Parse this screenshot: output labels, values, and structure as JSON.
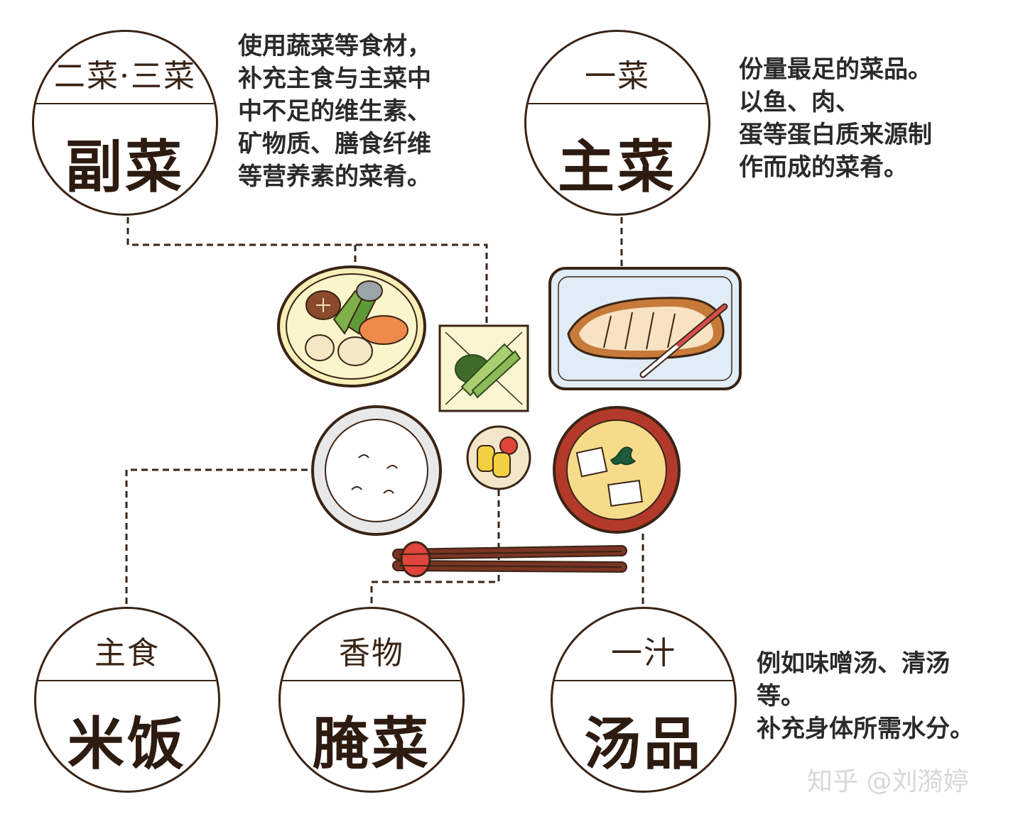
{
  "side_dish": {
    "top_label": "二菜·三菜",
    "main_label": "副菜",
    "description": "使用蔬菜等食材，\n补充主食与主菜中\n中不足的维生素、\n矿物质、膳食纤维\n等营养素的菜肴。"
  },
  "main_dish": {
    "top_label": "一菜",
    "main_label": "主菜",
    "description": "份量最足的菜品。\n以鱼、肉、\n蛋等蛋白质来源制\n作而成的菜肴。"
  },
  "staple": {
    "top_label": "主食",
    "main_label": "米饭"
  },
  "pickles": {
    "top_label": "香物",
    "main_label": "腌菜"
  },
  "soup": {
    "top_label": "一汁",
    "main_label": "汤品",
    "description": "例如味噌汤、清汤\n等。\n补充身体所需水分。"
  },
  "watermark": "知乎 @刘漪婷",
  "colors": {
    "outline": "#3a2415",
    "soup_bowl": "#b33a2a",
    "plate_tray": "#dce9f3",
    "rice_bowl": "#e9e9e9",
    "chopsticks": "#7a3524"
  }
}
